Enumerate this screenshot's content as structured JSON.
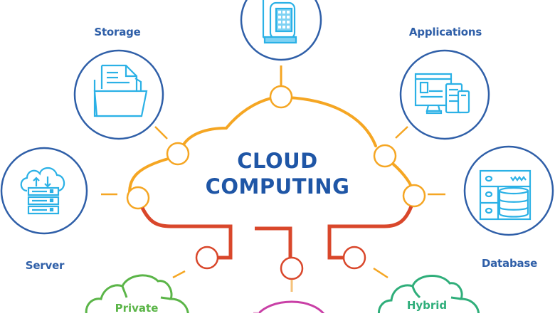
{
  "title": {
    "line1": "CLOUD",
    "line2": "COMPUTING"
  },
  "nodes": [
    {
      "id": "platform",
      "label": "",
      "icon": "mobile-phone-icon"
    },
    {
      "id": "storage",
      "label": "Storage",
      "icon": "folder-documents-icon"
    },
    {
      "id": "applications",
      "label": "Applications",
      "icon": "devices-icon"
    },
    {
      "id": "server",
      "label": "Server",
      "icon": "cloud-server-icon"
    },
    {
      "id": "database",
      "label": "Database",
      "icon": "database-server-icon"
    }
  ],
  "deployment_models": [
    {
      "id": "private",
      "label": "Private",
      "color": "#5bb548"
    },
    {
      "id": "public",
      "label": "",
      "color": "#c93fa6"
    },
    {
      "id": "hybrid",
      "label": "Hybrid",
      "color": "#2fae7a"
    }
  ],
  "colors": {
    "ring": "#2f5fa8",
    "icon": "#2bb1e6",
    "cloud_outline": "#f5a623",
    "connector": "#d9472b",
    "title": "#1f56a6"
  }
}
